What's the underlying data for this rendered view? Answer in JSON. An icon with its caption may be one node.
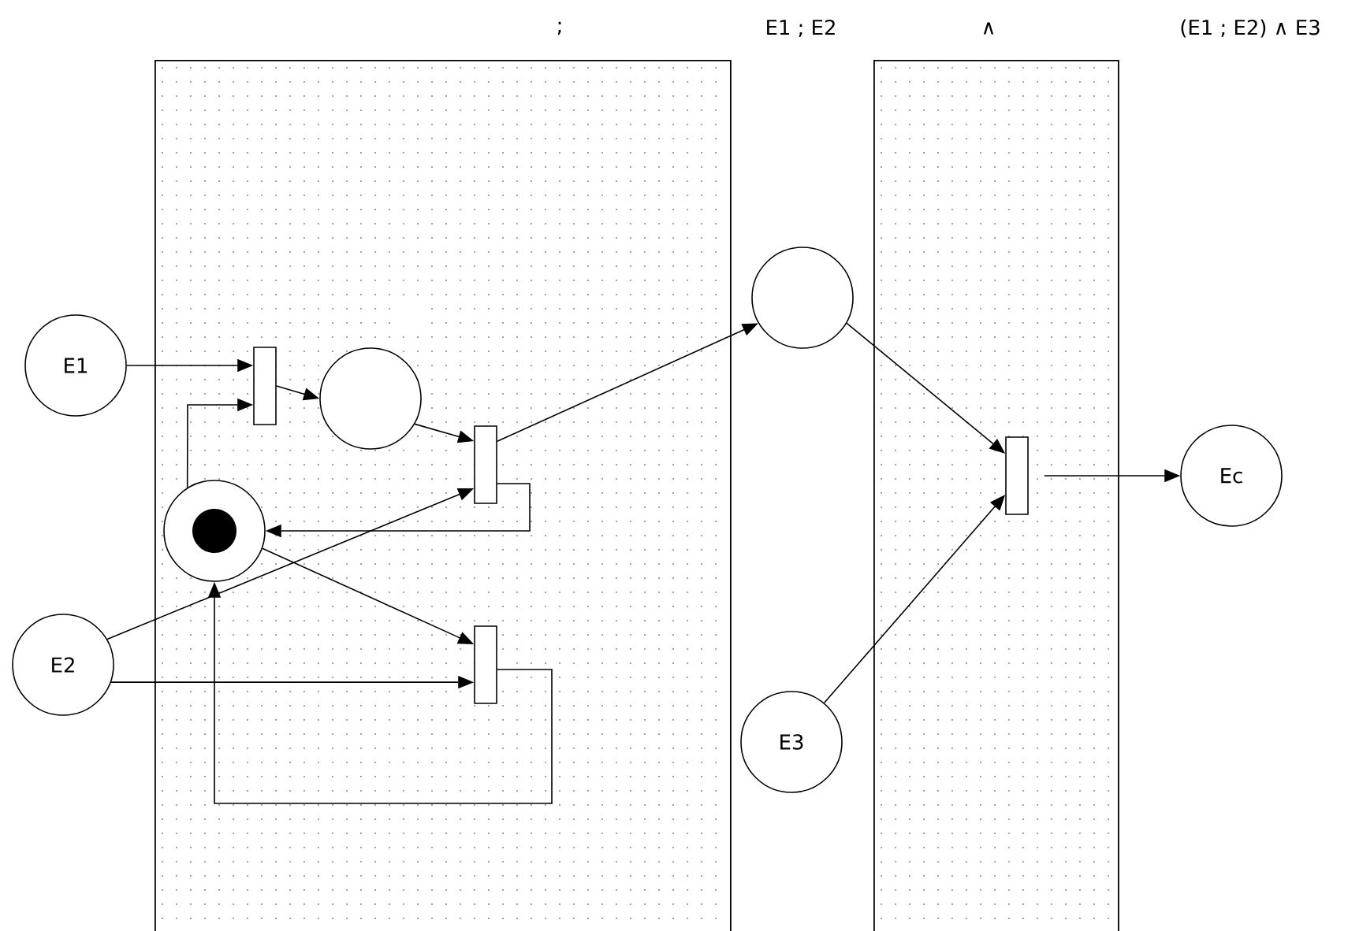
{
  "diagram": {
    "nodes": [
      {
        "text": [
          ";"
        ]
      },
      {
        "text": [
          "∧"
        ]
      },
      {
        "text": [
          "E1"
        ]
      },
      {
        "text": [
          "E2"
        ]
      },
      {
        "text": [],
        "shape": "bar",
        "in": 0
      },
      {
        "text": [],
        "shape": "circle",
        "in": 0
      },
      {
        "text": [],
        "shape": "circle",
        "in": 0
      },
      {
        "text": [],
        "shape": "bar",
        "in": 0
      },
      {
        "text": [],
        "shape": "bar",
        "in": 0
      },
      {
        "text": [],
        "shape": "circle"
      },
      {
        "text": [
          "E3"
        ]
      },
      {
        "text": [],
        "shape": "bar",
        "in": 1
      },
      {
        "text": [
          "Ec"
        ]
      }
    ],
    "edges": [
      {
        "from": 2,
        "to": 4,
        "arrow": "to"
      },
      {
        "from": 6,
        "to": 4,
        "arrow": "to"
      },
      {
        "from": 4,
        "to": 5,
        "arrow": "to"
      },
      {
        "from": 5,
        "to": 7,
        "arrow": "to"
      },
      {
        "from": 7,
        "to": 9,
        "arrow": "to"
      },
      {
        "from": 7,
        "to": 6,
        "arrow": "to"
      },
      {
        "from": 3,
        "to": 7,
        "arrow": "to"
      },
      {
        "from": 6,
        "to": 8,
        "arrow": "to"
      },
      {
        "from": 3,
        "to": 8,
        "arrow": "to"
      },
      {
        "from": 8,
        "to": 6,
        "arrow": "to"
      },
      {
        "from": 9,
        "to": 11,
        "arrow": "to"
      },
      {
        "from": 10,
        "to": 11,
        "arrow": "to"
      },
      {
        "from": 11,
        "to": 12,
        "arrow": "to"
      }
    ],
    "labels": [
      "E1 ; E2",
      "(E1 ; E2) ∧ E3"
    ]
  }
}
